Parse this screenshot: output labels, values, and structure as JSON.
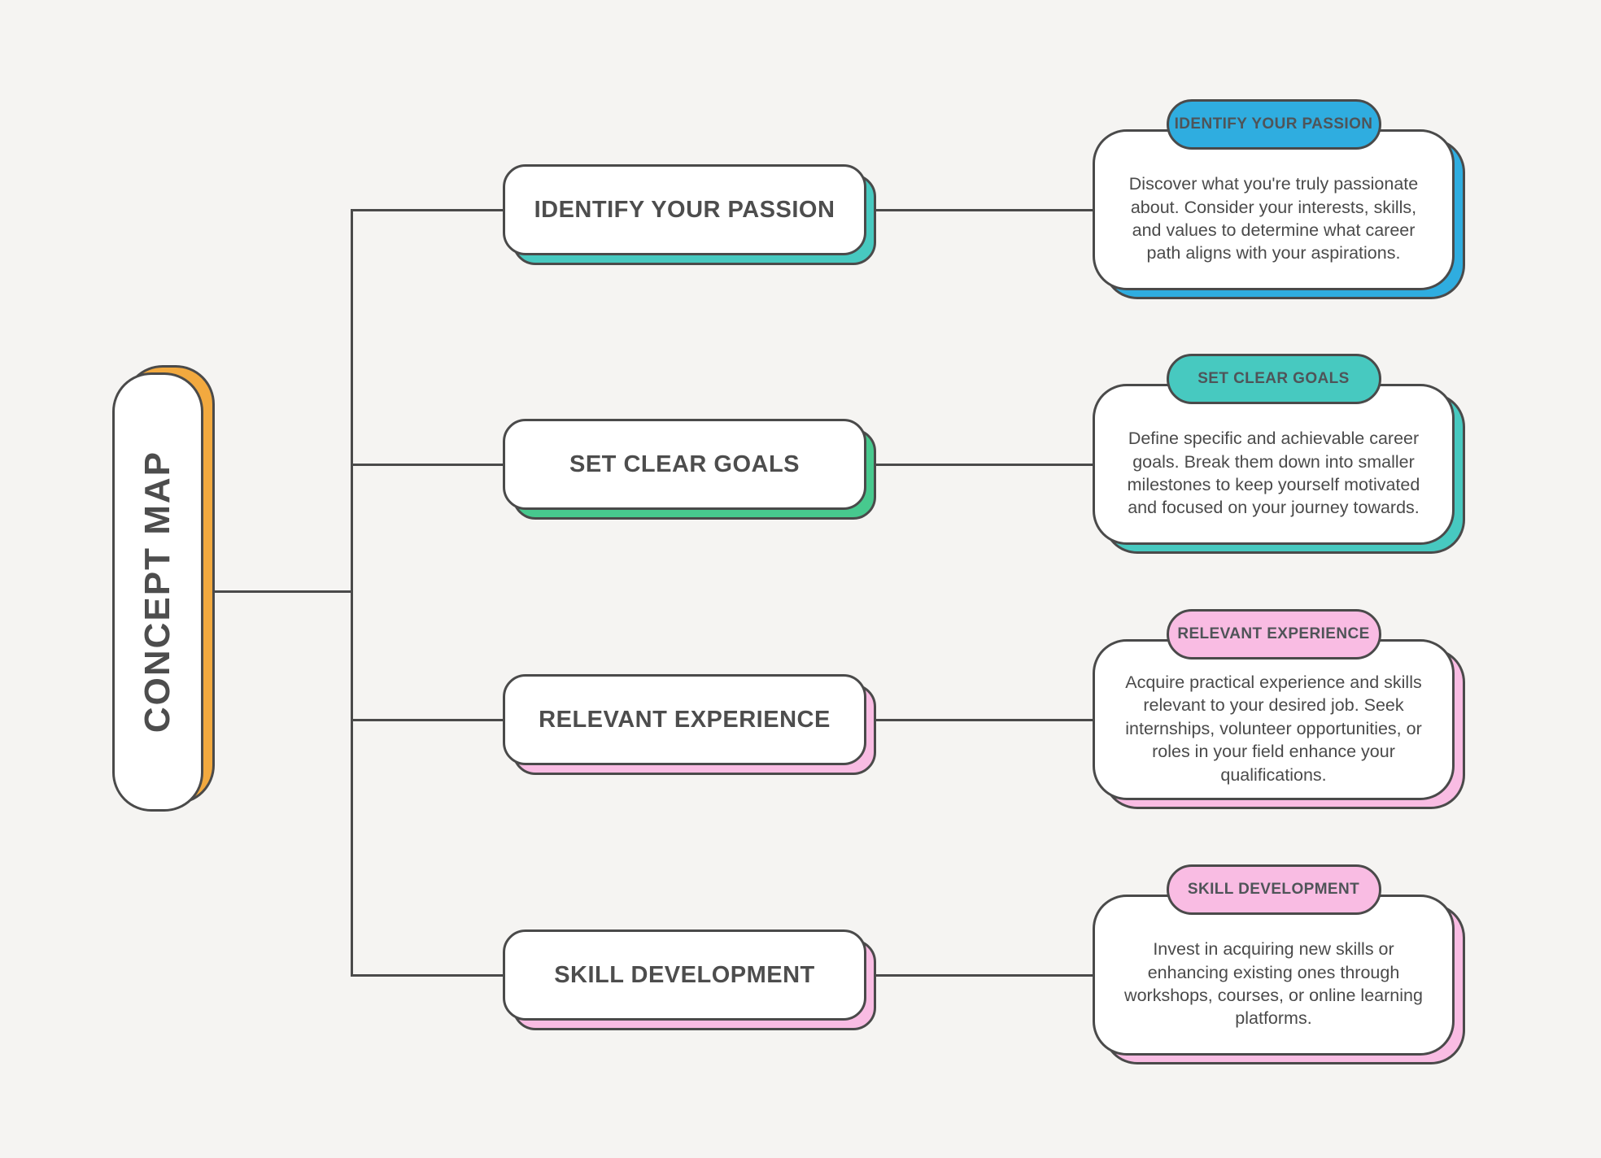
{
  "root": {
    "label": "CONCEPT MAP",
    "accent_color": "#f2a93f"
  },
  "colors": {
    "background": "#f5f4f2",
    "line": "#4a4a4a",
    "text_dark": "#4d4d4d",
    "text_body": "#4a4a4a",
    "orange": "#f2a93f",
    "blue": "#2fade0",
    "teal": "#47c9c0",
    "green": "#47c98e",
    "pink": "#f9bce3"
  },
  "nodes": [
    {
      "label": "IDENTIFY YOUR PASSION",
      "node_shadow": "#47c9c0",
      "card_accent": "#2fade0",
      "description": "Discover what you're truly passionate about. Consider your interests, skills, and values to determine what career path aligns with your aspirations."
    },
    {
      "label": "SET CLEAR GOALS",
      "node_shadow": "#47c98e",
      "card_accent": "#47c9c0",
      "description": "Define specific and achievable career goals. Break them down into smaller milestones to keep yourself motivated and focused on your journey towards."
    },
    {
      "label": "RELEVANT EXPERIENCE",
      "node_shadow": "#f9bce3",
      "card_accent": "#f9bce3",
      "description": "Acquire practical experience and skills relevant to your desired job. Seek internships, volunteer opportunities, or roles in your field enhance your qualifications."
    },
    {
      "label": "SKILL DEVELOPMENT",
      "node_shadow": "#f9bce3",
      "card_accent": "#f9bce3",
      "description": "Invest in acquiring new skills or enhancing existing ones through workshops, courses, or online learning platforms."
    }
  ]
}
